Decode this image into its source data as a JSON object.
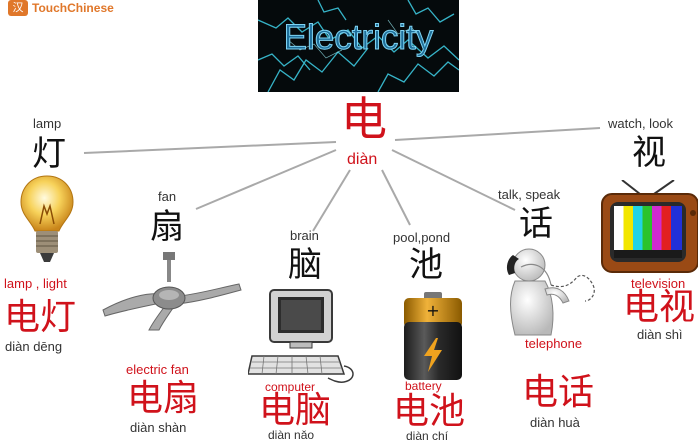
{
  "brand": {
    "seal": "汉",
    "name": "TouchChinese"
  },
  "banner": {
    "title": "Electricity"
  },
  "center": {
    "character": "电",
    "pinyin": "diàn"
  },
  "items": [
    {
      "id": "lamp",
      "meaning": "lamp",
      "character": "灯",
      "compound_meaning": "lamp , light",
      "compound": "电灯",
      "compound_pinyin": "diàn dēng",
      "image": "light-bulb-icon"
    },
    {
      "id": "fan",
      "meaning": "fan",
      "character": "扇",
      "compound_meaning": "electric fan",
      "compound": "电扇",
      "compound_pinyin": "diàn shàn",
      "image": "ceiling-fan-icon"
    },
    {
      "id": "brain",
      "meaning": "brain",
      "character": "脑",
      "compound_meaning": "computer",
      "compound": "电脑",
      "compound_pinyin": "diàn nǎo",
      "image": "computer-icon"
    },
    {
      "id": "pool",
      "meaning": "pool,pond",
      "character": "池",
      "compound_meaning": "battery",
      "compound": "电池",
      "compound_pinyin": "diàn chí",
      "image": "battery-icon"
    },
    {
      "id": "talk",
      "meaning": "talk, speak",
      "character": "话",
      "compound_meaning": "telephone",
      "compound": "电话",
      "compound_pinyin": "diàn huà",
      "image": "telephone-figure-icon"
    },
    {
      "id": "watch",
      "meaning": "watch, look",
      "character": "视",
      "compound_meaning": "television",
      "compound": "电视",
      "compound_pinyin": "diàn shì",
      "image": "television-icon"
    }
  ],
  "colors": {
    "accent_red": "#d0121b",
    "brand_orange": "#e0772a",
    "banner_bg": "#050a0c",
    "connector_line": "#a9a9a9"
  }
}
